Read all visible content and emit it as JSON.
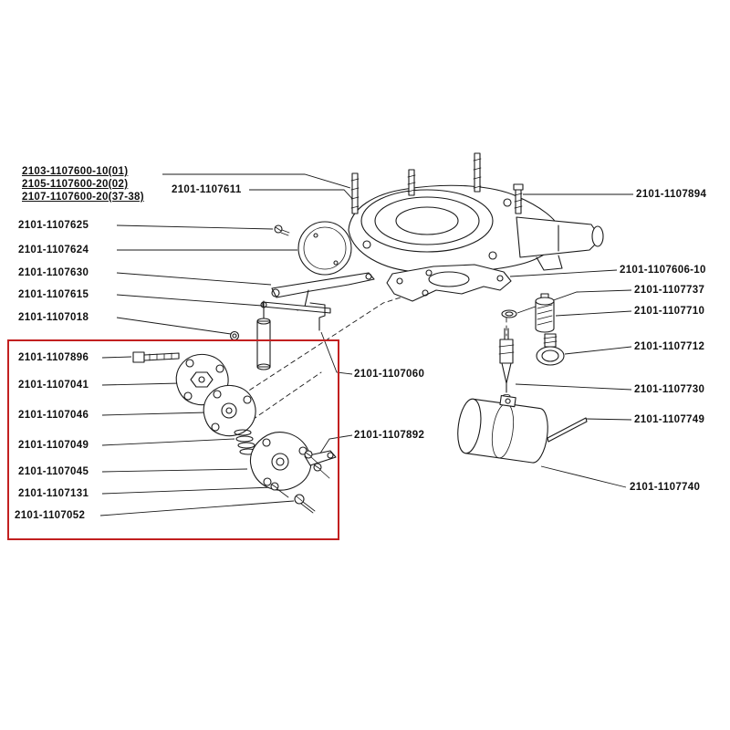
{
  "colors": {
    "line": "#1a1a1a",
    "highlight": "#c22020",
    "background": "#ffffff"
  },
  "variant_group": {
    "items": [
      "2103-1107600-10(01)",
      "2105-1107600-20(02)",
      "2107-1107600-20(37-38)"
    ]
  },
  "labels": {
    "top": "2101-1107611",
    "left": [
      "2101-1107625",
      "2101-1107624",
      "2101-1107630",
      "2101-1107615",
      "2101-1107018",
      "2101-1107896",
      "2101-1107041",
      "2101-1107046",
      "2101-1107049",
      "2101-1107045",
      "2101-1107131",
      "2101-1107052"
    ],
    "right": [
      "2101-1107894",
      "2101-1107606-10",
      "2101-1107737",
      "2101-1107710",
      "2101-1107712",
      "2101-1107730",
      "2101-1107749",
      "2101-1107740"
    ],
    "middle": [
      "2101-1107060",
      "2101-1107892"
    ]
  }
}
